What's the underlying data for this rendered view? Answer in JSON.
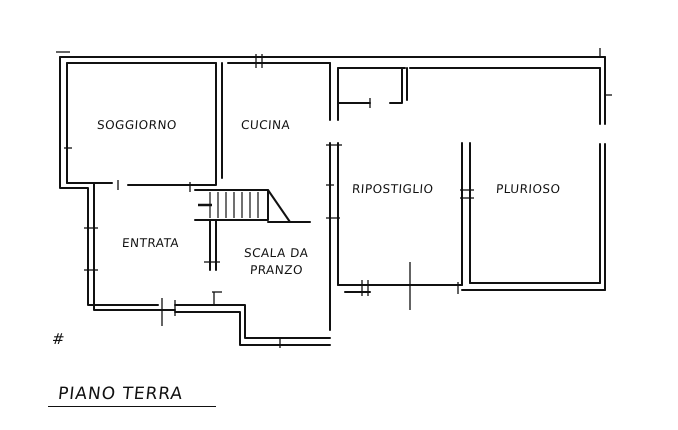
{
  "plan": {
    "title": "PIANO TERRA",
    "rooms": [
      {
        "id": "soggiorno",
        "label": "SOGGIORNO"
      },
      {
        "id": "cucina",
        "label": "CUCINA"
      },
      {
        "id": "ripostiglio",
        "label": "RIPOSTIGLIO"
      },
      {
        "id": "plurioso",
        "label": "PLURIOSO"
      },
      {
        "id": "entrata",
        "label": "ENTRATA"
      },
      {
        "id": "scala",
        "label": "SCALA DA"
      },
      {
        "id": "scala2",
        "label": "PRANZO"
      }
    ],
    "mark": "#"
  },
  "colors": {
    "ink": "#111111",
    "paper": "#ffffff"
  }
}
